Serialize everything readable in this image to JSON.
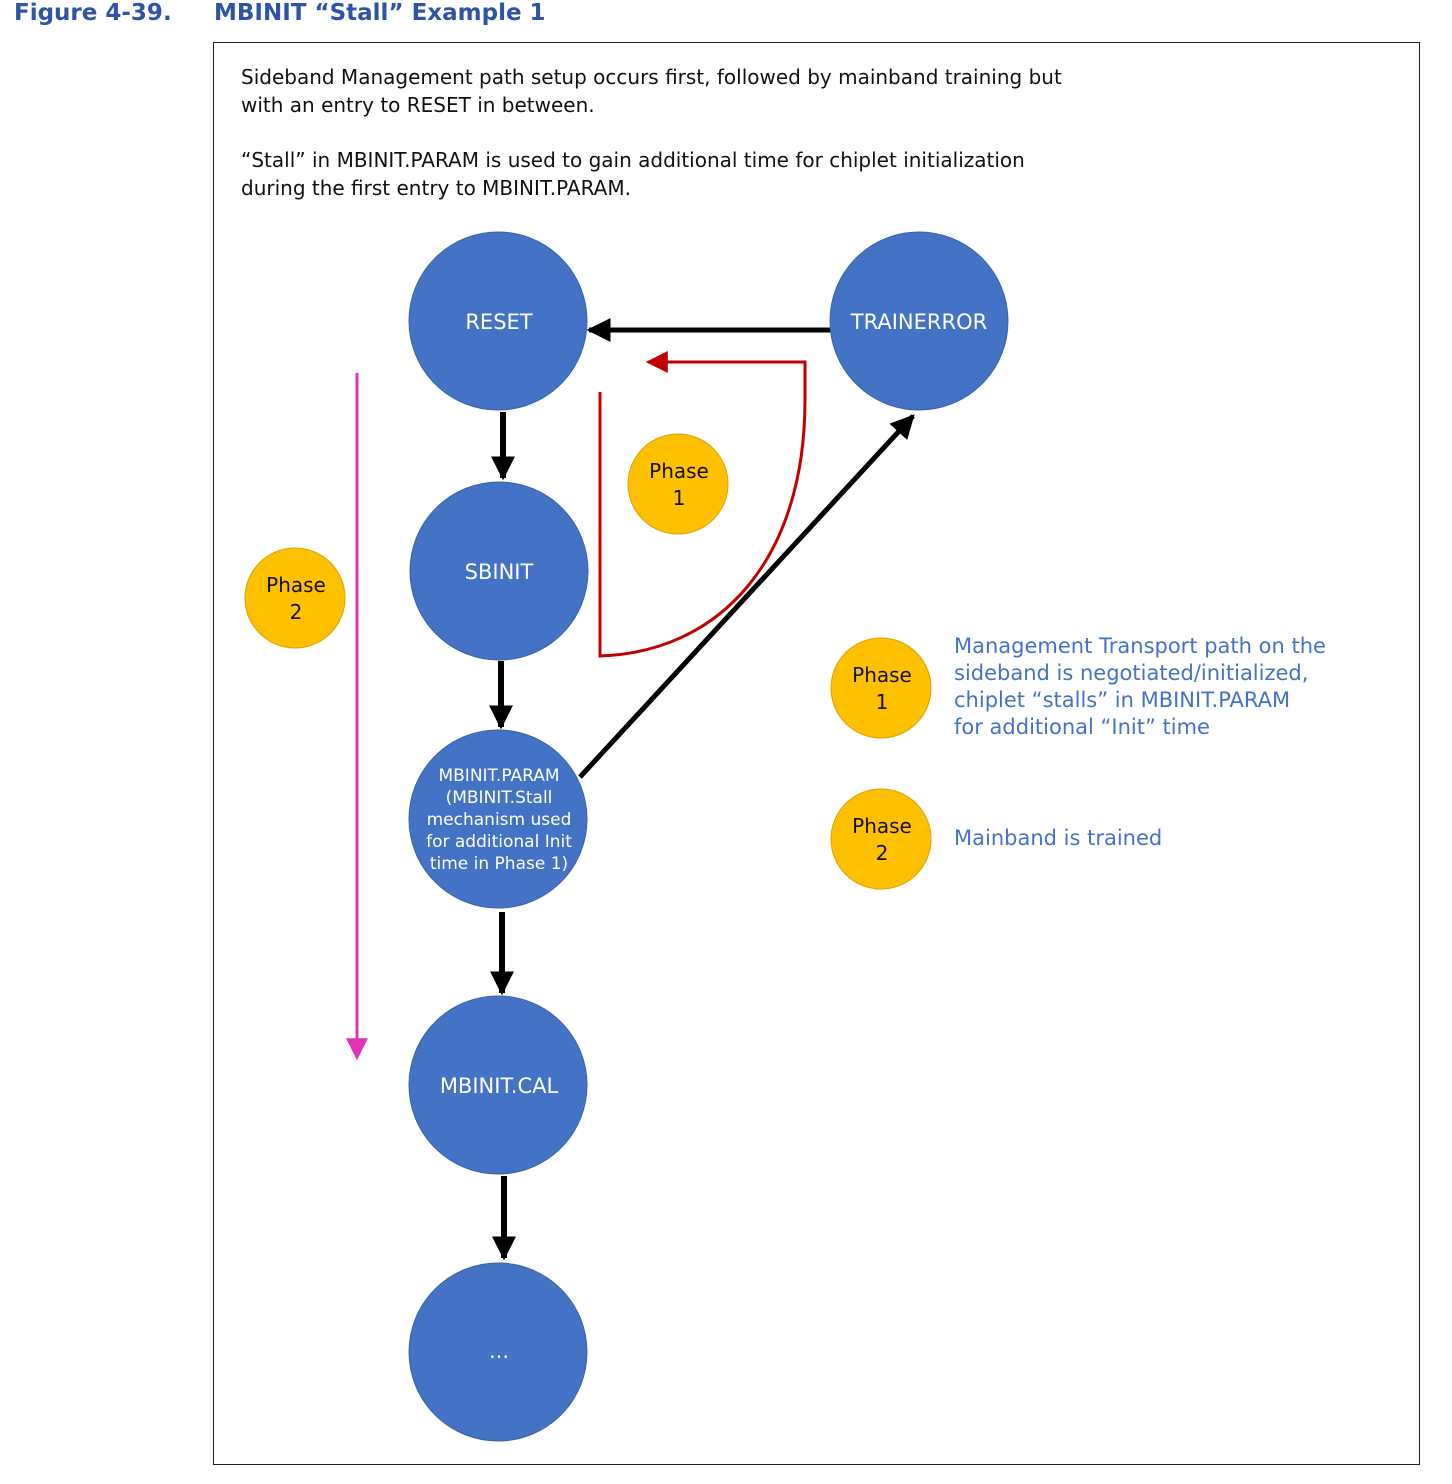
{
  "caption": {
    "number": "Figure 4-39.",
    "title": "MBINIT “Stall” Example 1"
  },
  "intro": {
    "line1": "Sideband Management path setup occurs first, followed by mainband training but",
    "line2": "with an entry to RESET in between.",
    "line3": "“Stall” in MBINIT.PARAM is used to gain additional time for chiplet initialization",
    "line4": "during the first entry to MBINIT.PARAM."
  },
  "nodes": {
    "reset": "RESET",
    "trainerror": "TRAINERROR",
    "sbinit": "SBINIT",
    "param_lines": [
      "MBINIT.PARAM",
      "(MBINIT.Stall",
      "mechanism used",
      "for additional Init",
      "time in Phase 1)"
    ],
    "cal": "MBINIT.CAL",
    "more": "..."
  },
  "badges": {
    "phase1_word": "Phase",
    "phase1_num": "1",
    "phase2_word": "Phase",
    "phase2_num": "2"
  },
  "legend": {
    "phase1_text": "Management Transport path on the\nsideband is negotiated/initialized,\nchiplet “stalls” in MBINIT.PARAM\nfor additional “Init” time",
    "phase2_text": "Mainband is trained"
  },
  "colors": {
    "node": "#4472c4",
    "badge": "#ffc000",
    "phase1_path": "#c00000",
    "phase2_arrow": "#e033b8",
    "caption": "#2e54a6",
    "legend": "#4472c4"
  }
}
